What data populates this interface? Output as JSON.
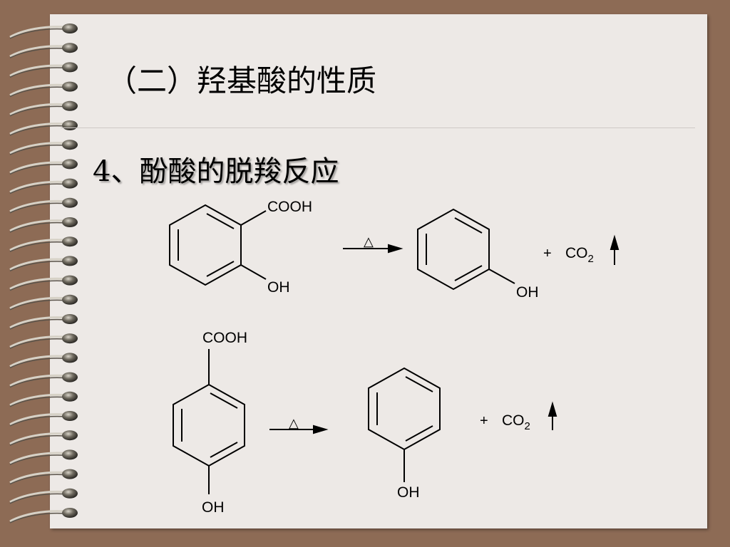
{
  "slide": {
    "title": "（二）羟基酸的性质",
    "subtitle": "4、酚酸的脱羧反应"
  },
  "reaction_1": {
    "reactant": {
      "substituent_top": "COOH",
      "substituent_bottom": "OH"
    },
    "condition": "△",
    "product": {
      "substituent": "OH"
    },
    "plus": "+",
    "byproduct": "CO",
    "byproduct_subscript": "2"
  },
  "reaction_2": {
    "reactant": {
      "substituent_top": "COOH",
      "substituent_bottom": "OH"
    },
    "condition": "△",
    "product": {
      "substituent": "OH"
    },
    "plus": "+",
    "byproduct": "CO",
    "byproduct_subscript": "2"
  },
  "icons": {
    "binding": "spiral-ring-icon",
    "gas_arrow": "up-arrow-icon",
    "reaction_arrow": "right-arrow-icon"
  },
  "colors": {
    "frame": "#8d6b55",
    "paper": "#ede9e6",
    "ink": "#000000"
  }
}
